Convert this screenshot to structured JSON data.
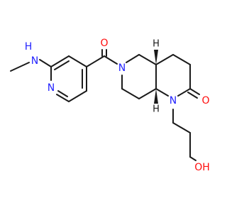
{
  "colors": {
    "bond": "#1a1a1a",
    "nitrogen": "#2323ff",
    "oxygen": "#ff0d0d",
    "hydrogen_stereo": "#1a1a1a",
    "background": "#ffffff"
  },
  "labels": {
    "nh": "H",
    "nh_n": "N",
    "pyridine_n": "N",
    "carbonyl_o_amide": "O",
    "amide_n": "N",
    "stereo_h_top": "H",
    "stereo_h_bottom": "H",
    "lactam_n": "N",
    "lactam_o": "O",
    "hydroxyl": "OH"
  }
}
